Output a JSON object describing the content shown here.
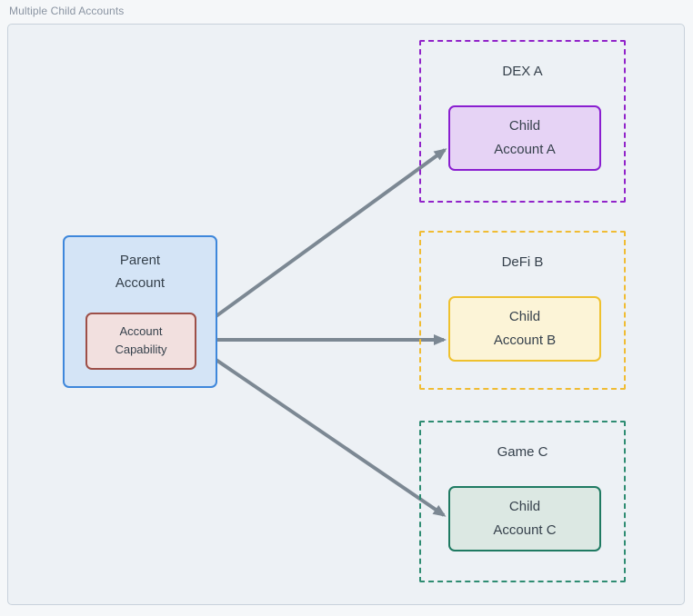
{
  "page": {
    "title": "Multiple Child Accounts"
  },
  "parent": {
    "label": "Parent\nAccount",
    "capability": "Account\nCapability"
  },
  "groups": [
    {
      "label": "DEX A",
      "child": "Child\nAccount A",
      "accent": "#9123C9",
      "child_fill": "#E6D3F5",
      "child_border": "#8A1FD0"
    },
    {
      "label": "DeFi B",
      "child": "Child\nAccount B",
      "accent": "#F0BC33",
      "child_fill": "#FCF4D7",
      "child_border": "#EFC12E"
    },
    {
      "label": "Game C",
      "child": "Child\nAccount C",
      "accent": "#2E8C72",
      "child_fill": "#DCE8E3",
      "child_border": "#1F7A62"
    }
  ],
  "edges": [
    {
      "from": "Account Capability",
      "to": "Child Account A"
    },
    {
      "from": "Account Capability",
      "to": "Child Account B"
    },
    {
      "from": "Account Capability",
      "to": "Child Account C"
    }
  ],
  "colors": {
    "canvas_fill": "#EDF1F5",
    "canvas_border": "#C8D1DB",
    "parent_fill": "#D4E4F6",
    "parent_border": "#3E87DB",
    "capability_fill": "#F2E0DF",
    "capability_border": "#9D4F48",
    "arrow": "#7C8893",
    "text": "#36414C",
    "title_text": "#8A94A2"
  }
}
